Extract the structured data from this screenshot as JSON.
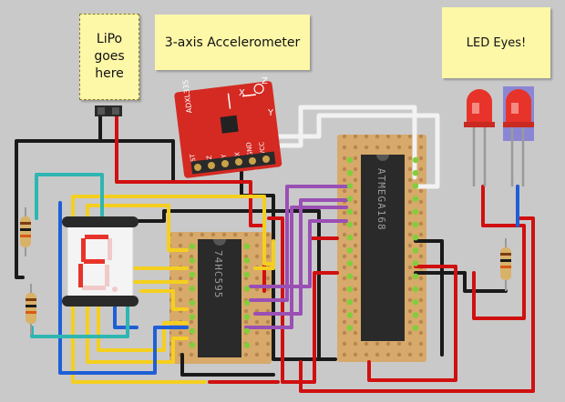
{
  "notes": {
    "lipo": "LiPo\ngoes\nhere",
    "accelerometer": "3-axis Accelerometer",
    "led_eyes": "LED Eyes!"
  },
  "components": {
    "accelerometer_board": {
      "label": "ADXL335",
      "axes": [
        "X",
        "Y",
        "Z"
      ],
      "pins": [
        "ST",
        "Z",
        "Y",
        "X",
        "GND",
        "VCC"
      ]
    },
    "shift_register": {
      "label": "74HC595"
    },
    "microcontroller": {
      "label": "ATMEGA168"
    },
    "seven_segment": {
      "digit": "F"
    }
  },
  "colors": {
    "background": "#c9c9c9",
    "note": "#fdf7a8",
    "wire_red": "#d01010",
    "wire_black": "#1a1a1a",
    "wire_yellow": "#f5cf1f",
    "wire_blue": "#1f5fd6",
    "wire_cyan": "#2fb6b2",
    "wire_purple": "#9a4fb5",
    "wire_white": "#f2f2f2",
    "perfboard": "#d7a96a",
    "led_red": "#e8332a"
  }
}
